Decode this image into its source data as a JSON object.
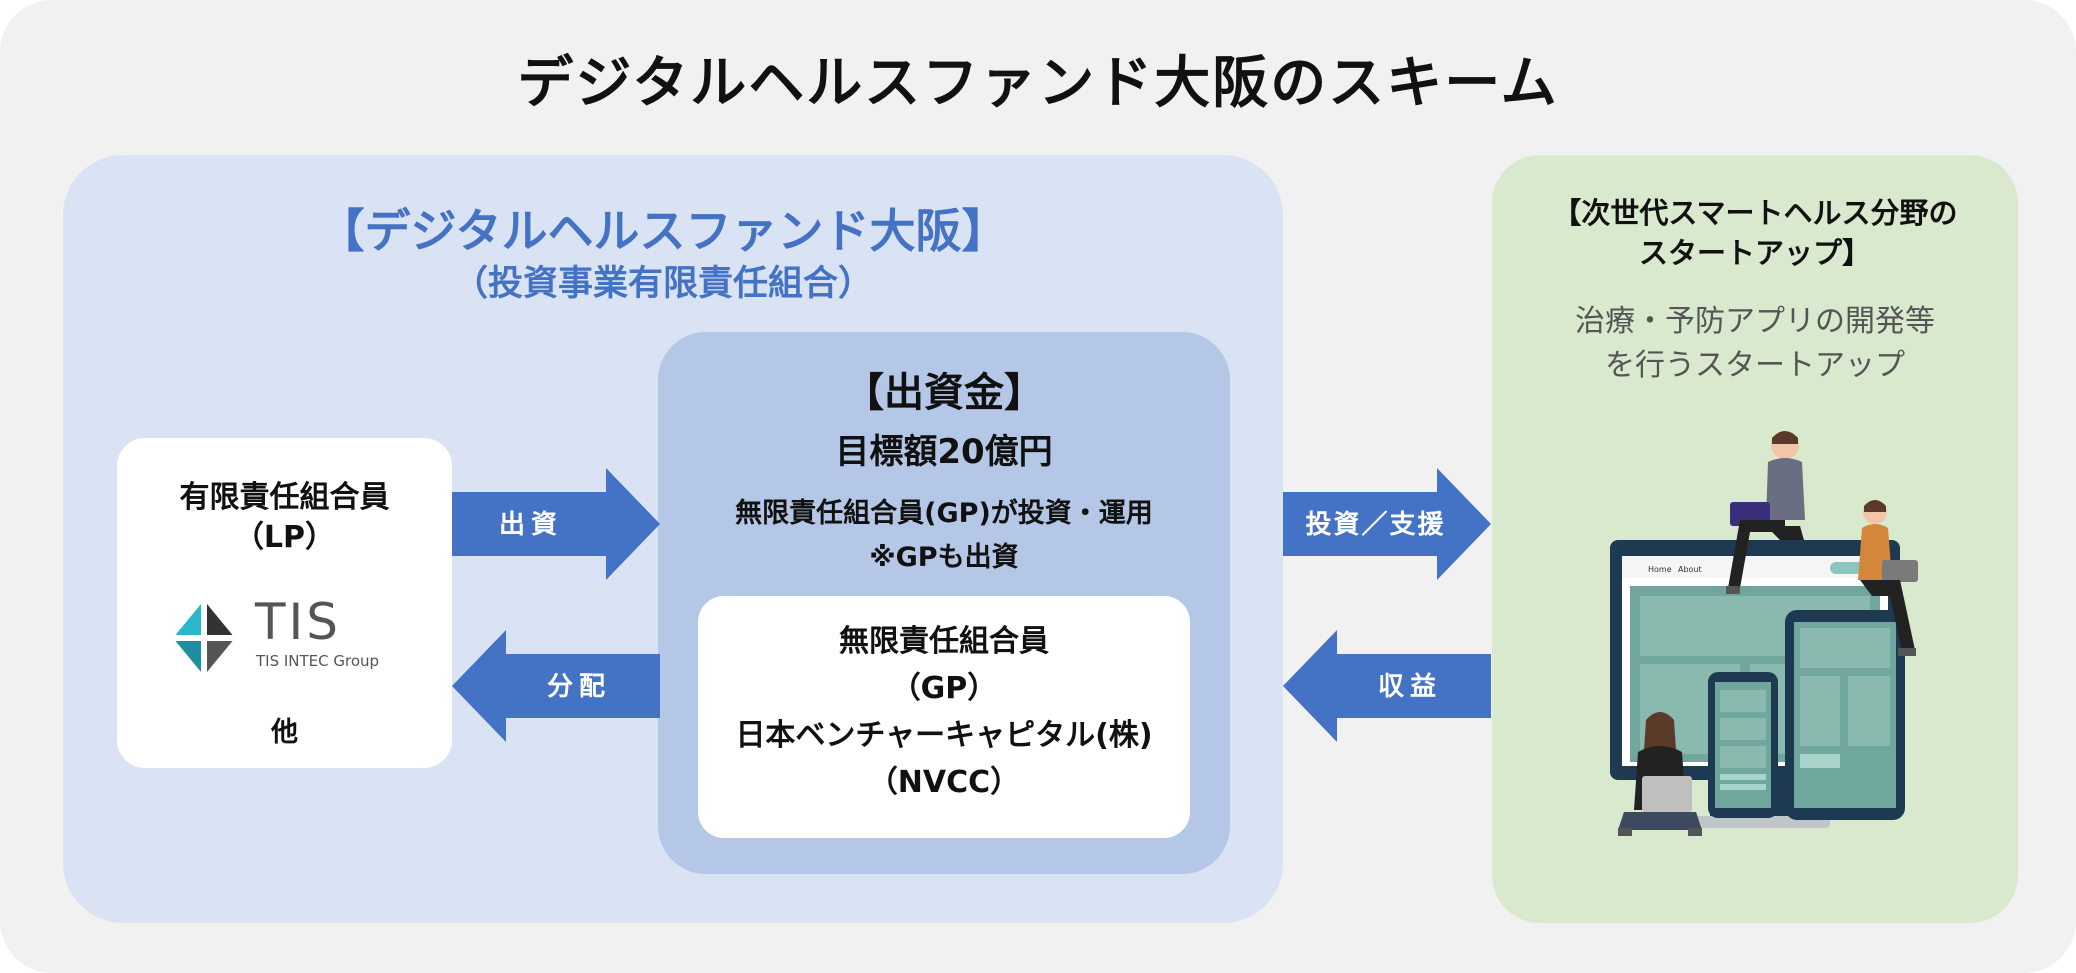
{
  "title": "デジタルヘルスファンド大阪のスキーム",
  "fund": {
    "title": "【デジタルヘルスファンド大阪】",
    "subtitle": "（投資事業有限責任組合）"
  },
  "lp": {
    "label_line1": "有限責任組合員",
    "label_line2": "（LP）",
    "logo_text": "TIS",
    "logo_subtext": "TIS INTEC Group",
    "other": "他"
  },
  "capital": {
    "title": "【出資金】",
    "target": "目標額20億円",
    "note_line1": "無限責任組合員(GP)が投資・運用",
    "note_line2": "※GPも出資",
    "gp_line1": "無限責任組合員",
    "gp_line2": "（GP）",
    "gp_line3": "日本ベンチャーキャピタル(株)",
    "gp_line4": "（NVCC）"
  },
  "startup": {
    "title_line1": "【次世代スマートヘルス分野の",
    "title_line2": "スタートアップ】",
    "desc_line1": "治療・予防アプリの開発等",
    "desc_line2": "を行うスタートアップ",
    "screen_nav_home": "Home",
    "screen_nav_about": "About"
  },
  "arrows": {
    "invest_capital": "出資",
    "distribution": "分配",
    "invest_support": "投資／支援",
    "revenue": "収益"
  },
  "colors": {
    "background": "#f1f1f1",
    "fund_bg": "#dae3f3",
    "capital_bg": "#b4c7e7",
    "startup_bg": "#d9e9cd",
    "accent_blue": "#4472c4",
    "tis_teal": "#29b7c9"
  }
}
